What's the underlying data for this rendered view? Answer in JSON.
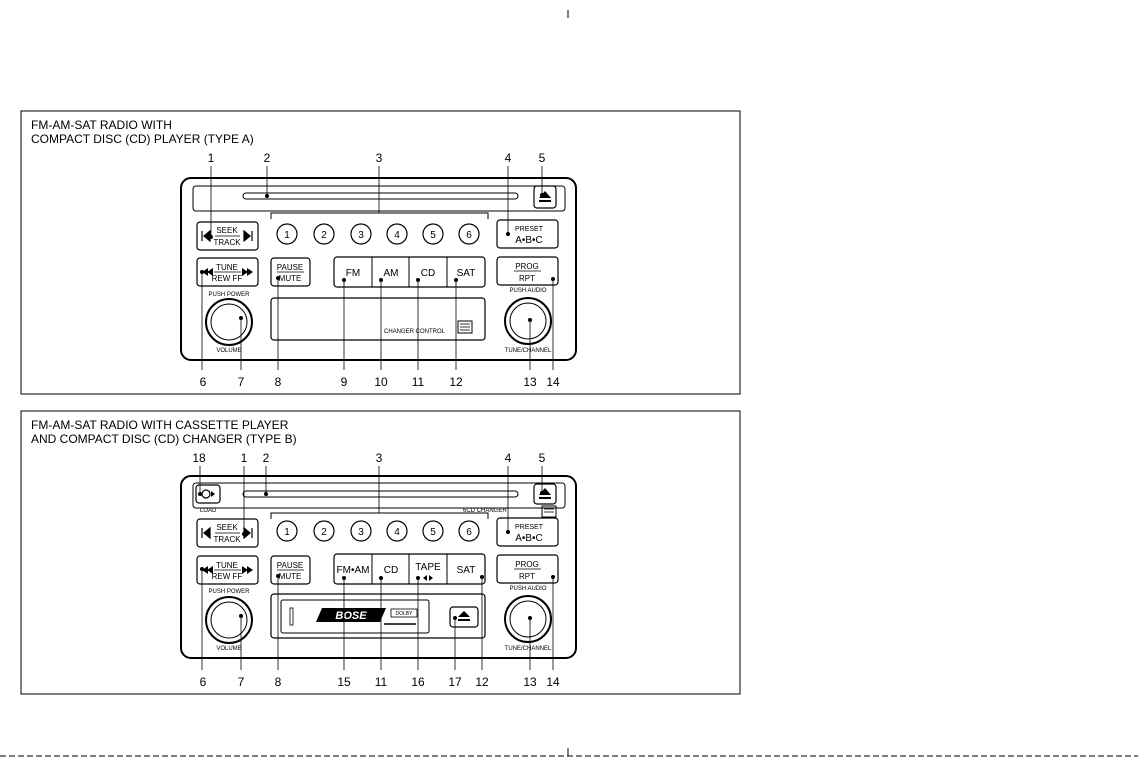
{
  "panel_a": {
    "title_line1": "FM-AM-SAT RADIO WITH",
    "title_line2": "COMPACT DISC (CD) PLAYER (TYPE A)",
    "callouts_top": [
      "1",
      "2",
      "3",
      "4",
      "5"
    ],
    "callouts_bottom": [
      "6",
      "7",
      "8",
      "9",
      "10",
      "11",
      "12",
      "13",
      "14"
    ],
    "seek_label": "SEEK",
    "track_label": "TRACK",
    "tune_label": "TUNE",
    "rew_ff_label": "REW FF",
    "pause_label": "PAUSE",
    "mute_label": "MUTE",
    "push_power_label": "PUSH POWER",
    "volume_label": "VOLUME",
    "presets": [
      "1",
      "2",
      "3",
      "4",
      "5",
      "6"
    ],
    "source_buttons": [
      "FM",
      "AM",
      "CD",
      "SAT"
    ],
    "preset_label": "PRESET",
    "abc_label": "A•B•C",
    "prog_label": "PROG",
    "rpt_label": "RPT",
    "push_audio_label": "PUSH AUDIO",
    "tune_channel_label": "TUNE/CHANNEL",
    "changer_control_label": "CHANGER CONTROL"
  },
  "panel_b": {
    "title_line1": "FM-AM-SAT RADIO WITH CASSETTE PLAYER",
    "title_line2": "AND COMPACT DISC (CD) CHANGER (TYPE B)",
    "callouts_top": [
      "18",
      "1",
      "2",
      "3",
      "4",
      "5"
    ],
    "callouts_bottom": [
      "6",
      "7",
      "8",
      "15",
      "11",
      "16",
      "17",
      "12",
      "13",
      "14"
    ],
    "load_label": "LOAD",
    "changer_label": "6CD CHANGER",
    "seek_label": "SEEK",
    "track_label": "TRACK",
    "tune_label": "TUNE",
    "rew_ff_label": "REW FF",
    "pause_label": "PAUSE",
    "mute_label": "MUTE",
    "push_power_label": "PUSH POWER",
    "volume_label": "VOLUME",
    "presets": [
      "1",
      "2",
      "3",
      "4",
      "5",
      "6"
    ],
    "source_buttons": [
      "FM•AM",
      "CD",
      "TAPE",
      "SAT"
    ],
    "preset_label": "PRESET",
    "abc_label": "A•B•C",
    "prog_label": "PROG",
    "rpt_label": "RPT",
    "push_audio_label": "PUSH AUDIO",
    "tune_channel_label": "TUNE/CHANNEL",
    "bose_logo": "BOSE",
    "dolby_label": "DOLBY"
  }
}
